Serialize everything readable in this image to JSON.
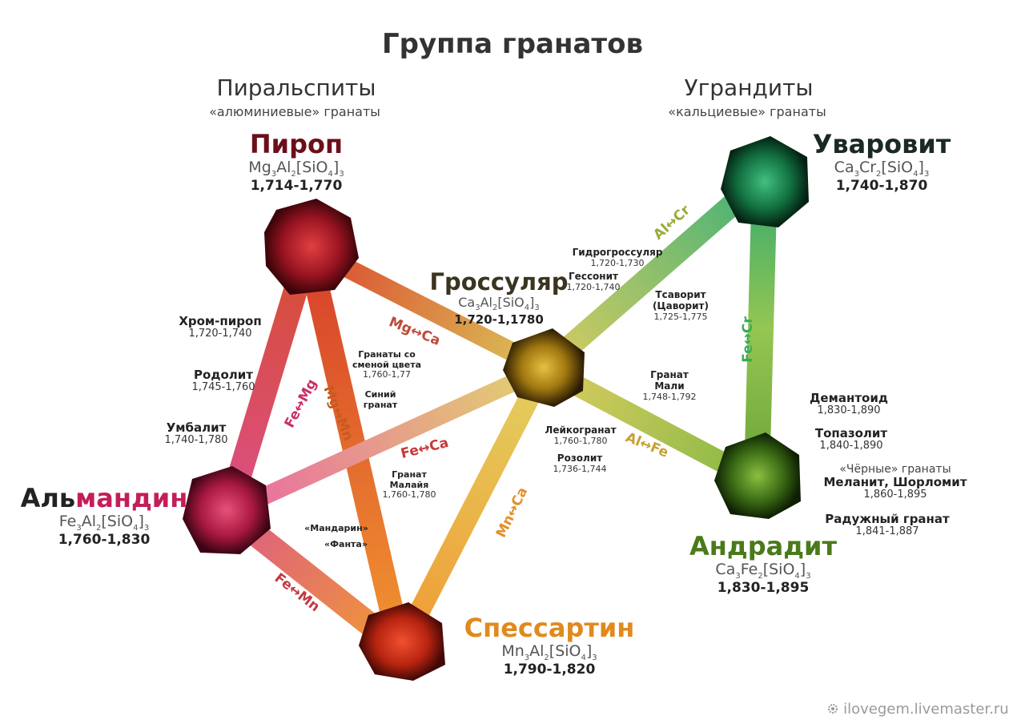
{
  "title": "Группа гранатов",
  "groups": {
    "pyralspites": {
      "name": "Пиральспиты",
      "subtitle": "«алюминиевые» гранаты"
    },
    "ugrandites": {
      "name": "Уграндиты",
      "subtitle": "«кальциевые» гранаты"
    }
  },
  "minerals": {
    "pyrope": {
      "name": "Пироп",
      "f1": "Mg",
      "n1": "3",
      "f2": "Al",
      "n2": "2",
      "f3": "[SiO",
      "n3": "4",
      "f4": "]",
      "n4": "3",
      "ri": "1,714-1,770",
      "color": "#6b0f1a"
    },
    "almandine": {
      "name1": "Аль",
      "name2": "мандин",
      "f1": "Fe",
      "n1": "3",
      "f2": "Al",
      "n2": "2",
      "f3": "[SiO",
      "n3": "4",
      "f4": "]",
      "n4": "3",
      "ri": "1,760-1,830",
      "color1": "#222222",
      "color2": "#c41e5a"
    },
    "spessartine": {
      "name": "Спессартин",
      "f1": "Mn",
      "n1": "3",
      "f2": "Al",
      "n2": "2",
      "f3": "[SiO",
      "n3": "4",
      "f4": "]",
      "n4": "3",
      "ri": "1,790-1,820",
      "color": "#e08a1e"
    },
    "grossular": {
      "name": "Гроссуляр",
      "f1": "Ca",
      "n1": "3",
      "f2": "Al",
      "n2": "2",
      "f3": "[SiO",
      "n3": "4",
      "f4": "]",
      "n4": "3",
      "ri": "1,720-1,1780",
      "color": "#3a3420"
    },
    "uvarovite": {
      "name": "Уваровит",
      "f1": "Ca",
      "n1": "3",
      "f2": "Cr",
      "n2": "2",
      "f3": "[SiO",
      "n3": "4",
      "f4": "]",
      "n4": "3",
      "ri": "1,740-1,870",
      "color": "#1a2a22"
    },
    "andradite": {
      "name": "Андрадит",
      "f1": "Ca",
      "n1": "3",
      "f2": "Fe",
      "n2": "2",
      "f3": "[SiO",
      "n3": "4",
      "f4": "]",
      "n4": "3",
      "ri": "1,830-1,895",
      "color": "#4a7a1a"
    }
  },
  "varieties": {
    "chrome_pyrope": {
      "name": "Хром-пироп",
      "ri": "1,720-1,740"
    },
    "rhodolite": {
      "name": "Родолит",
      "ri": "1,745-1,760"
    },
    "umbalite": {
      "name": "Умбалит",
      "ri": "1,740-1,780"
    },
    "color_change": {
      "l1": "Гранаты со",
      "l2": "сменой цвета",
      "ri": "1,760-1,77"
    },
    "blue": {
      "l1": "Синий",
      "l2": "гранат"
    },
    "malaya": {
      "l1": "Гранат",
      "l2": "Малайя",
      "ri": "1,760-1,780"
    },
    "mandarin": {
      "name": "«Мандарин»"
    },
    "fanta": {
      "name": "«Фанта»"
    },
    "hydrogrossular": {
      "name": "Гидрогроссуляр",
      "ri": "1,720-1,730"
    },
    "hessonite": {
      "name": "Гессонит",
      "ri": "1,720-1,740"
    },
    "tsavorite": {
      "l1": "Тсаворит",
      "l2": "(Цаворит)",
      "ri": "1,725-1,775"
    },
    "mali": {
      "l1": "Гранат",
      "l2": "Мали",
      "ri": "1,748-1,792"
    },
    "leuco": {
      "name": "Лейкогранат",
      "ri": "1,760-1,780"
    },
    "rosolite": {
      "name": "Розолит",
      "ri": "1,736-1,744"
    },
    "demantoid": {
      "name": "Демантоид",
      "ri": "1,830-1,890"
    },
    "topazolite": {
      "name": "Топазолит",
      "ri": "1,840-1,890"
    },
    "black": {
      "label": "«Чёрные» гранаты",
      "name": "Меланит, Шорломит",
      "ri": "1,860-1,895"
    },
    "rainbow": {
      "name": "Радужный гранат",
      "ri": "1,841-1,887"
    }
  },
  "exchanges": {
    "fe_mg": {
      "label": "Fe↔Mg",
      "color": "#c8306a"
    },
    "mg_mn": {
      "label": "Mg↔Mn",
      "color": "#c85a1e"
    },
    "mg_ca": {
      "label": "Mg↔Ca",
      "color": "#c04a3a"
    },
    "fe_ca": {
      "label": "Fe↔Ca",
      "color": "#c83a3a"
    },
    "fe_mn": {
      "label": "Fe↔Mn",
      "color": "#c03a40"
    },
    "mn_ca": {
      "label": "Mn↔Ca",
      "color": "#e0902a"
    },
    "al_cr": {
      "label": "Al↔Cr",
      "color": "#9aaa3a"
    },
    "fe_cr": {
      "label": "Fe↔Cr",
      "color": "#3aaa5a"
    },
    "al_fe": {
      "label": "Al↔Fe",
      "color": "#c8a030"
    }
  },
  "watermark": "ilovegem.livemaster.ru",
  "palette": {
    "pyrope": "#8e1420",
    "almandine": "#b0204a",
    "spessartine": "#b8280e",
    "grossular": "#c89a18",
    "uvarovite": "#1a7a48",
    "andradite": "#3a6a14"
  }
}
